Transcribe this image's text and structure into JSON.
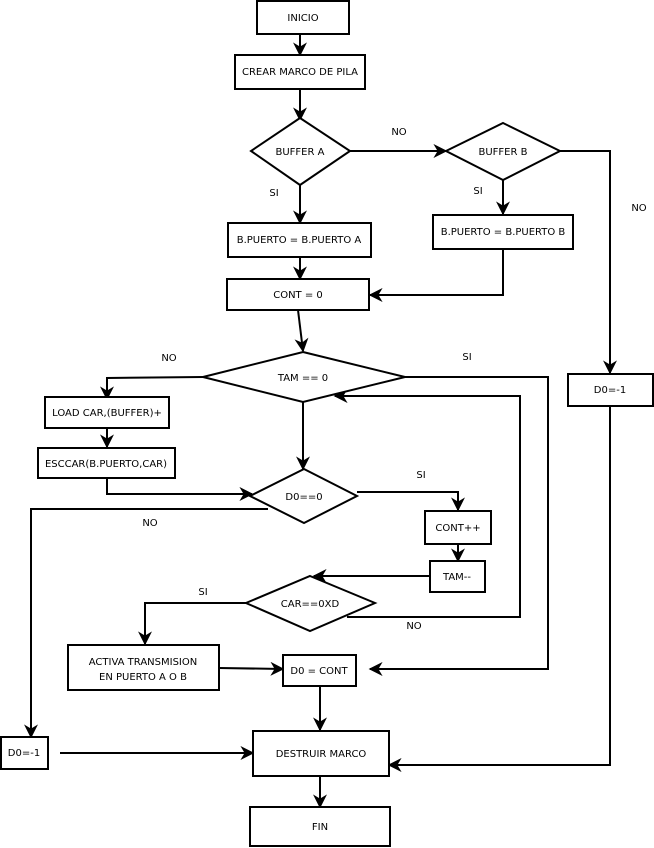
{
  "diagram": {
    "type": "flowchart",
    "nodes": {
      "inicio": "INICIO",
      "crear_marco": "CREAR MARCO DE PILA",
      "buffer_a": "BUFFER A",
      "buffer_b": "BUFFER B",
      "puerto_a": "B.PUERTO = B.PUERTO A",
      "puerto_b": "B.PUERTO = B.PUERTO B",
      "cont_zero": "CONT = 0",
      "tam_zero": "TAM == 0",
      "load_car": "LOAD CAR,(BUFFER)+",
      "esccar": "ESCCAR(B.PUERTO,CAR)",
      "d0_zero": "D0==0",
      "cont_inc": "CONT++",
      "tam_dec": "TAM--",
      "car_0xd": "CAR==0XD",
      "activa_line1": "ACTIVA TRANSMISION",
      "activa_line2": "EN PUERTO A O B",
      "d0_cont": "D0 = CONT",
      "d0_neg_right": "D0=-1",
      "d0_neg_left": "D0=-1",
      "destruir": "DESTRUIR MARCO",
      "fin": "FIN"
    },
    "edge_labels": {
      "buffer_a_no": "NO",
      "buffer_a_si": "SI",
      "buffer_b_si": "SI",
      "buffer_b_no": "NO",
      "tam_no": "NO",
      "tam_si": "SI",
      "d0_si": "SI",
      "d0_no": "NO",
      "car_si": "SI",
      "car_no": "NO"
    },
    "colors": {
      "stroke": "#000000",
      "background": "#ffffff"
    }
  }
}
